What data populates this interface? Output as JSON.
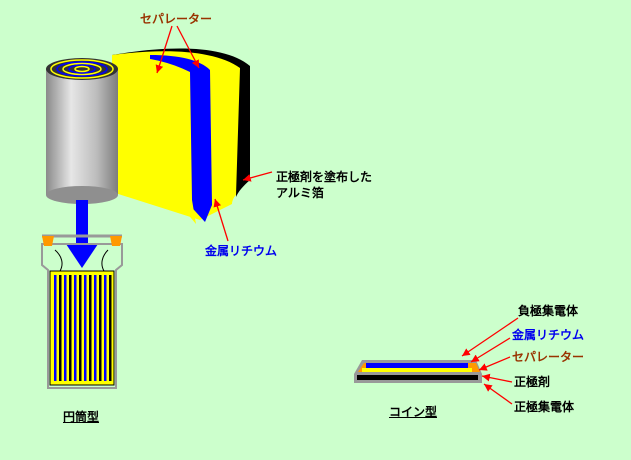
{
  "labels": {
    "separator_top": "セパレーター",
    "cathode_line1": "正極剤を塗布した",
    "cathode_line2": "アルミ箔",
    "lithium_cyl": "金属リチウム",
    "cylinder_type": "円筒型",
    "coin_type": "コイン型",
    "coin_neg_collector": "負極集電体",
    "coin_lithium": "金属リチウム",
    "coin_separator": "セパレーター",
    "coin_cathode": "正極剤",
    "coin_pos_collector": "正極集電体"
  },
  "colors": {
    "background": "#ccffcc",
    "separator": "#ffff00",
    "lithium": "#0000ff",
    "foil": "#000000",
    "arrow": "#ff0000",
    "gasket": "#ff9900",
    "can": "#999999"
  }
}
